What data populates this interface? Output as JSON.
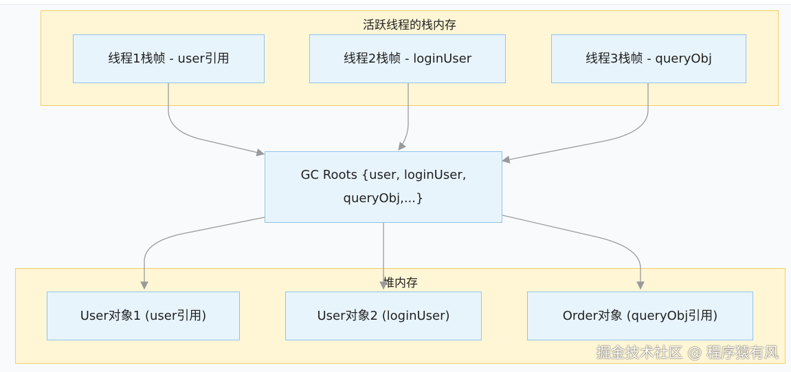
{
  "clusters": {
    "stack": {
      "title": "活跃线程的栈内存"
    },
    "heap": {
      "title": "堆内存"
    }
  },
  "nodes": {
    "thread1": "线程1栈帧 - user引用",
    "thread2": "线程2栈帧 - loginUser",
    "thread3": "线程3栈帧 - queryObj",
    "gc_roots_line1": "GC Roots {user, loginUser,",
    "gc_roots_line2": "queryObj,...}",
    "user1": "User对象1 (user引用)",
    "user2": "User对象2 (loginUser)",
    "order": "Order对象 (queryObj引用)"
  },
  "colors": {
    "cluster_fill": "#fff6d6",
    "cluster_border": "#f3cd62",
    "node_fill": "#e8f4fc",
    "node_border": "#8fc3ea",
    "edge": "#9a9a9a"
  },
  "watermark": "掘金技术社区 @ 程序猿有风"
}
